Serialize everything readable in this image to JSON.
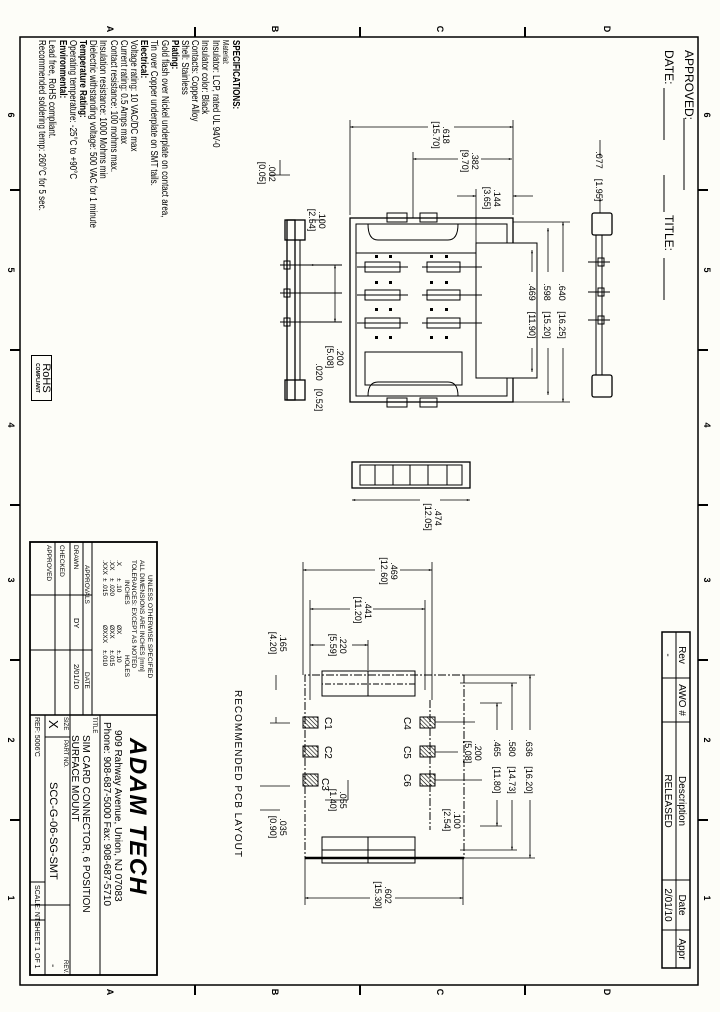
{
  "zones": {
    "numbers": [
      "6",
      "5",
      "4",
      "3",
      "2",
      "1"
    ],
    "letters": [
      "D",
      "C",
      "B",
      "A"
    ]
  },
  "approval_header": {
    "approved": "APPROVED:",
    "date": "DATE:",
    "title": "TITLE:"
  },
  "specifications": {
    "heading": "SPECIFICATIONS:",
    "material_heading": "Material:",
    "material": [
      "Insulator: LCP, rated UL 94V-0",
      "Insulator color: Black",
      "Contacts: Copper Alloy",
      "Shell: Stainless"
    ],
    "plating_heading": "Plating:",
    "plating": [
      "Gold flash over Nickel underplate on contact area,",
      "Tin over Copper underplate on SMT tails."
    ],
    "electrical_heading": "Electrical:",
    "electrical": [
      "Voltage rating: 10 VAC/DC max",
      "Current rating: 0.5 Amps max",
      "Contact resistance: 100 mohms max.",
      "Insulation resistance: 1000 Mohms min",
      "Dielectric withstanding voltage: 500 VAC for 1 minute"
    ],
    "temperature_heading": "Temperature Rating:",
    "temperature": [
      "Operating temperature: -25°C to +90°C"
    ],
    "environmental_heading": "Environmental:",
    "environmental": [
      "Lead free, RoHS compliant.",
      "Recommended soldering temp: 260°C for 5 sec."
    ]
  },
  "rohs": {
    "main": "RoHS",
    "sub": "COMPLIANT"
  },
  "drawing": {
    "dimensions": [
      {
        "in": ".618",
        "mm": "[15.70]"
      },
      {
        "in": ".382",
        "mm": "[9.70]"
      },
      {
        "in": ".144",
        "mm": "[3.65]"
      },
      {
        "in": ".002",
        "mm": "[0.05]"
      },
      {
        "in": ".100",
        "mm": "[2.54]"
      },
      {
        "in": ".200",
        "mm": "[5.08]"
      },
      {
        "in": ".020",
        "mm": "[0.52]"
      },
      {
        "in": ".640",
        "mm": "[16.25]"
      },
      {
        "in": ".598",
        "mm": "[15.20]"
      },
      {
        "in": ".469",
        "mm": "[11.90]"
      },
      {
        "in": ".077",
        "mm": "[1.95]"
      },
      {
        "in": ".474",
        "mm": "[12.05]"
      },
      {
        "in": ".469",
        "mm": "[12.60]"
      },
      {
        "in": ".441",
        "mm": "[11.20]"
      },
      {
        "in": ".220",
        "mm": "[5.59]"
      },
      {
        "in": ".165",
        "mm": "[4.20]"
      },
      {
        "in": ".636",
        "mm": "[16.20]"
      },
      {
        "in": ".580",
        "mm": "[14.73]"
      },
      {
        "in": ".465",
        "mm": "[11.80]"
      },
      {
        "in": ".200",
        "mm": "[5.08]"
      },
      {
        "in": ".100",
        "mm": "[2.54]"
      },
      {
        "in": ".055",
        "mm": "[1.40]"
      },
      {
        "in": ".035",
        "mm": "[0.90]"
      },
      {
        "in": ".602",
        "mm": "[15.30]"
      }
    ],
    "pad_labels": [
      "C1",
      "C2",
      "C3",
      "C4",
      "C5",
      "C6"
    ],
    "pcb_label": "RECOMMENDED PCB LAYOUT"
  },
  "revision_block": {
    "headers": [
      "Rev",
      "AWO #",
      "Description",
      "Date",
      "Appr"
    ],
    "row": [
      "-",
      "",
      "RELEASED",
      "2/01/10",
      ""
    ]
  },
  "title_block": {
    "tolerances": {
      "line1": "UNLESS OTHERWISE SPECIFIED",
      "line2": "ALL DIMENSIONS ARE INCHES [mm]",
      "line3": "TOLERANCES: EXCEPT AS NOTED",
      "inches": "INCHES",
      "holes": "HOLES",
      "rows": [
        {
          "a": ".X",
          "b": "± .10",
          "c": "ØX",
          "d": "±.10"
        },
        {
          "a": ".XX",
          "b": "± .020",
          "c": "ØXX",
          "d": "±.015"
        },
        {
          "a": ".XXX",
          "b": "± .015",
          "c": "ØXXX",
          "d": "±.010"
        }
      ]
    },
    "approvals": {
      "header": "APPROVALS",
      "date_header": "DATE",
      "drawn": "DRAWN",
      "drawn_by": "DY",
      "drawn_date": "2/01/10",
      "checked": "CHECKED",
      "approved": "APPROVED"
    },
    "company": "ADAM TECH",
    "address": "909 Rahway Avenue, Union, NJ 07083",
    "phone": "Phone: 908-687-5000 Fax: 908-687-5710",
    "title_label": "TITLE",
    "title_line1": "SIM CARD CONNECTOR, 6 POSITION",
    "title_line2": "SURFACE MOUNT",
    "size_label": "SIZE",
    "size": "X",
    "part_no_label": "PART NO.",
    "part_no": "SCC-G-06-SG-SMT",
    "rev_label": "REV.",
    "rev": "-",
    "ref": "REF: 5006'C",
    "scale": "SCALE: NTS",
    "sheet": "SHEET 1 OF 1"
  }
}
